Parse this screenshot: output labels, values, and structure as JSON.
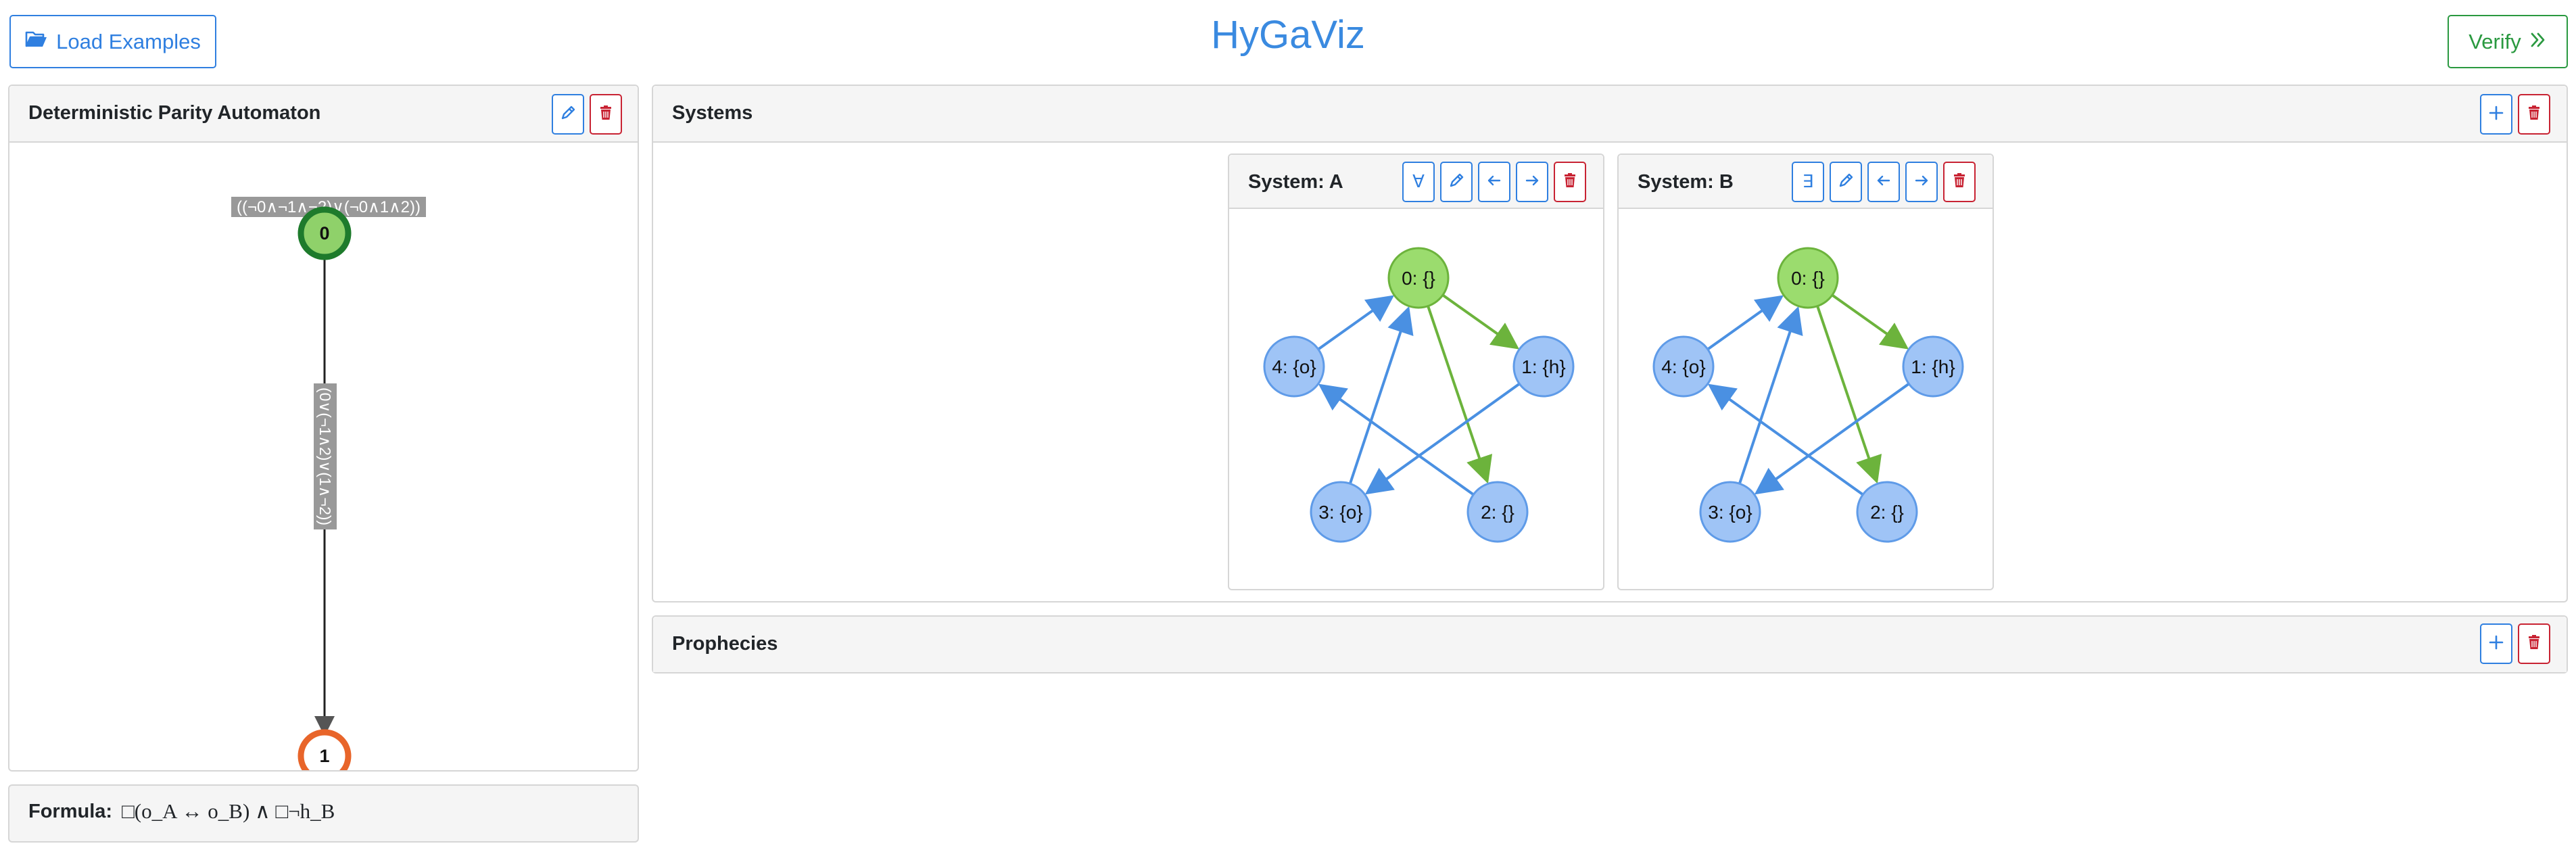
{
  "header": {
    "load_examples_label": "Load Examples",
    "title": "HyGaViz",
    "verify_label": "Verify"
  },
  "automaton": {
    "title": "Deterministic Parity Automaton",
    "states": [
      {
        "id": "0",
        "kind": "initial",
        "fill": "#8fd16a",
        "stroke": "#1e7b2c"
      },
      {
        "id": "1",
        "kind": "accepting",
        "fill": "#ffffff",
        "stroke": "#e8652a"
      }
    ],
    "edge_labels": {
      "self_loop_0": "((¬0∧¬1∧¬2)∨(¬0∧1∧2))",
      "edge_0_1": "(0∨(¬1∧2)∨(1∧¬2))"
    }
  },
  "formula": {
    "label": "Formula:",
    "text": "□(o_A ↔ o_B) ∧ □¬h_B"
  },
  "systems": {
    "title": "Systems",
    "list": [
      {
        "title": "System: A",
        "quantifier": "∀",
        "nodes": [
          {
            "label": "0: {}",
            "color": "#9bdc6e",
            "stroke": "#6cb33c"
          },
          {
            "label": "1: {h}",
            "color": "#9fc4f6",
            "stroke": "#5f9be8"
          },
          {
            "label": "2: {}",
            "color": "#9fc4f6",
            "stroke": "#5f9be8"
          },
          {
            "label": "3: {o}",
            "color": "#9fc4f6",
            "stroke": "#5f9be8"
          },
          {
            "label": "4: {o}",
            "color": "#9fc4f6",
            "stroke": "#5f9be8"
          }
        ]
      },
      {
        "title": "System: B",
        "quantifier": "∃",
        "nodes": [
          {
            "label": "0: {}",
            "color": "#9bdc6e",
            "stroke": "#6cb33c"
          },
          {
            "label": "1: {h}",
            "color": "#9fc4f6",
            "stroke": "#5f9be8"
          },
          {
            "label": "2: {}",
            "color": "#9fc4f6",
            "stroke": "#5f9be8"
          },
          {
            "label": "3: {o}",
            "color": "#9fc4f6",
            "stroke": "#5f9be8"
          },
          {
            "label": "4: {o}",
            "color": "#9fc4f6",
            "stroke": "#5f9be8"
          }
        ]
      }
    ]
  },
  "prophecies": {
    "title": "Prophecies"
  },
  "icons": {
    "folder": "folder-open-icon",
    "verify": "double-chevron-right-icon",
    "edit": "pencil-icon",
    "delete": "trash-icon",
    "add": "plus-icon",
    "left": "arrow-left-icon",
    "right": "arrow-right-icon"
  },
  "colors": {
    "primary": "#2f7fe0",
    "success": "#2a9940",
    "danger": "#c82333",
    "edge_green": "#6cb33c",
    "edge_blue": "#4a90e2"
  }
}
